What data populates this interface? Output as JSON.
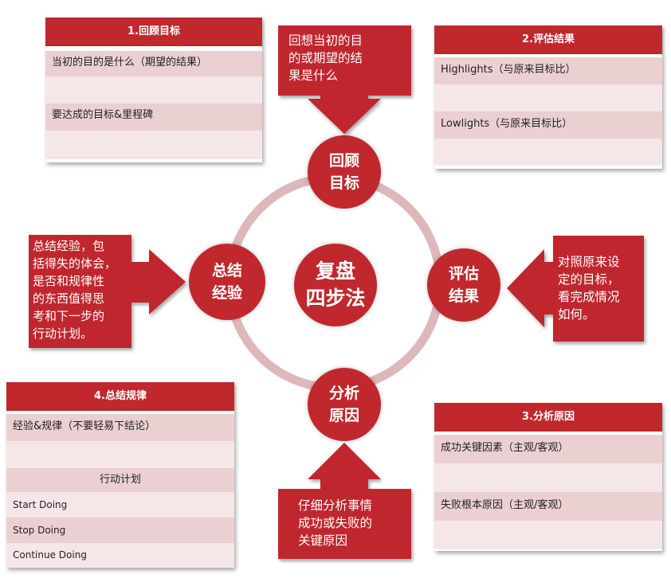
{
  "panels": {
    "p1": {
      "title": "1.回顾目标",
      "rows": [
        "当初的目的是什么（期望的结果）",
        "",
        "要达成的目标&里程碑",
        ""
      ]
    },
    "p2": {
      "title": "2.评估结果",
      "rows": [
        "Highlights（与原来目标比）",
        "",
        "Lowlights（与原来目标比）",
        ""
      ]
    },
    "p3": {
      "title": "3.分析原因",
      "rows": [
        "成功关键因素（主观/客观）",
        "",
        "失败根本原因（主观/客观）",
        ""
      ]
    },
    "p4": {
      "title": "4.总结规律",
      "rows": [
        "经验&规律（不要轻易下结论）",
        "",
        "行动计划",
        "Start Doing",
        "Stop Doing",
        "Continue Doing"
      ]
    }
  },
  "callouts": {
    "top": [
      "回想当初的目",
      "的或期望的结",
      "果是什么"
    ],
    "right": [
      "对照原来设",
      "定的目标，",
      "看完成情况",
      "如何。"
    ],
    "bottom": [
      "仔细分析事情",
      "成功或失败的",
      "关键原因"
    ],
    "left": [
      "总结经验，包",
      "括得失的体会，",
      "是否和规律性",
      "的东西值得思",
      "考和下一步的",
      "行动计划。"
    ]
  },
  "nodes": {
    "center": [
      "复盘",
      "四步法"
    ],
    "top": [
      "回顾",
      "目标"
    ],
    "right": [
      "评估",
      "结果"
    ],
    "bottom": [
      "分析",
      "原因"
    ],
    "left": [
      "总结",
      "经验"
    ]
  },
  "colors": {
    "accent": "#c0282d",
    "row_dark": "#ebd0d2",
    "row_light": "#f5e7e8",
    "ring": "#ddb8bb"
  }
}
